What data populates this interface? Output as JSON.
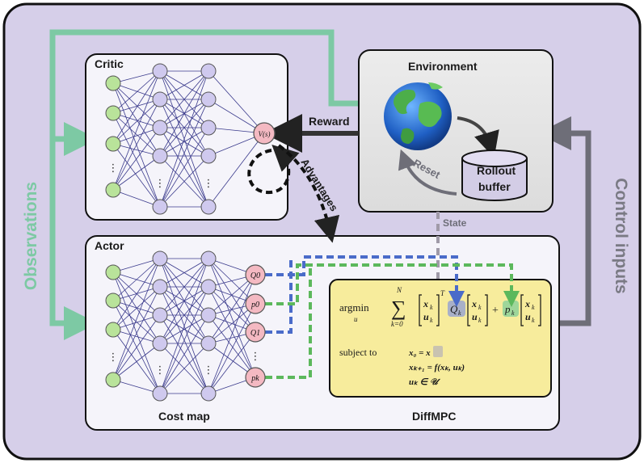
{
  "labels": {
    "critic": "Critic",
    "actor": "Actor",
    "environment": "Environment",
    "rollout_buffer_line1": "Rollout",
    "rollout_buffer_line2": "buffer",
    "reward": "Reward",
    "advantages": "Advantages",
    "reset": "Reset",
    "state": "State",
    "observations": "Observations",
    "control_inputs": "Control inputs",
    "cost_map": "Cost map",
    "diffmpc": "DiffMPC",
    "value_node": "V(s)"
  },
  "actor_outputs": [
    "Q0",
    "p0",
    "Q1",
    "⋮",
    "pk"
  ],
  "mpc": {
    "argmin": "argmin",
    "argmin_sub": "u",
    "sum_upper": "N",
    "sum_lower": "k=0",
    "transpose": "T",
    "x_k": "x",
    "u_k": "u",
    "sub_k": "k",
    "Q_k": "Q",
    "plus": "+",
    "p_k": "p",
    "subject_to": "subject to",
    "constraint1": "x₀ = x",
    "constraint2": "xₖ₊₁ = f(xₖ, uₖ)",
    "constraint3": "uₖ ∈ 𝒰"
  },
  "colors": {
    "background": "#d6cfe9",
    "green": "#7dc9a4",
    "blue": "#4a6bc9",
    "grey_arrow": "#6e6e78",
    "input_node": "#b9e39a",
    "hidden_node": "#cfc9ee",
    "output_node": "#f4b9c2",
    "mpc_box": "#f7ec9c"
  }
}
